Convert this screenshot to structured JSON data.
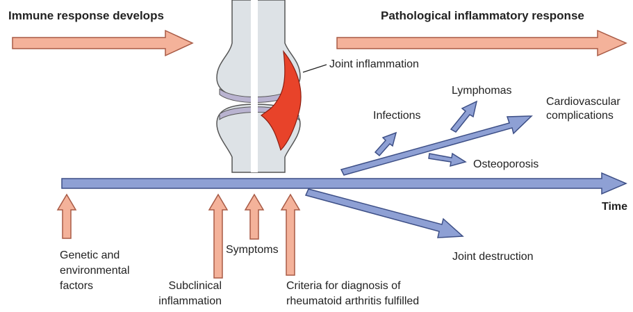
{
  "headers": {
    "left": "Immune response develops",
    "right": "Pathological inflammatory response"
  },
  "joint_label": "Joint inflammation",
  "time_axis_label": "Time",
  "timeline_events": [
    {
      "label": "Genetic and environmental factors"
    },
    {
      "label": "Subclinical inflammation"
    },
    {
      "label": "Symptoms"
    },
    {
      "label": "Criteria for diagnosis of rheumatoid arthritis fulfilled"
    }
  ],
  "outcomes": {
    "lymphomas": "Lymphomas",
    "infections": "Infections",
    "cardiovascular": "Cardiovascular complications",
    "osteoporosis": "Osteoporosis",
    "joint_destruction": "Joint destruction"
  },
  "colors": {
    "salmon_arrow": "#f4b29a",
    "salmon_stroke": "#a85a45",
    "blue_arrow": "#8ea0d4",
    "blue_stroke": "#3d4f86",
    "inflammation": "#e8432a",
    "bone": "#dde2e6",
    "bone_stroke": "#555555",
    "cartilage": "#b9b3d0"
  }
}
